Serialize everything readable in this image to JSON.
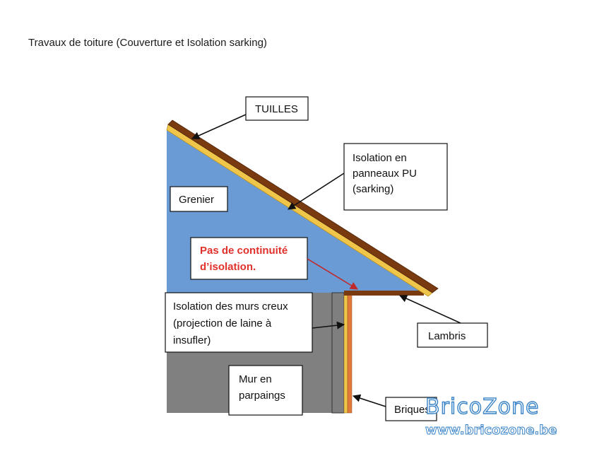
{
  "title": "Travaux de toiture (Couverture et Isolation sarking)",
  "labels": {
    "tuilles": "TUILLES",
    "isolation_pu": [
      "Isolation en",
      "panneaux PU",
      "(sarking)"
    ],
    "grenier": "Grenier",
    "pas_continuite": [
      "Pas de continuité",
      "d’isolation."
    ],
    "isolation_murs": [
      "Isolation des murs creux",
      "(projection de laine à",
      "insufler)"
    ],
    "lambris": "Lambris",
    "mur": [
      "Mur en",
      "parpaings"
    ],
    "briques": "Briques"
  },
  "watermark": {
    "brand": "BricoZone",
    "url": "www.bricozone.be"
  },
  "colors": {
    "attic_blue": "#6a9bd4",
    "wall_gray": "#808080",
    "roof_brown": "#7a3a10",
    "insulation_yellow": "#f0c64a",
    "brick_orange": "#e07a3a",
    "alert_red": "#e0312b",
    "arrow_red": "#c0282a",
    "watermark_blue": "#3a84c8"
  }
}
